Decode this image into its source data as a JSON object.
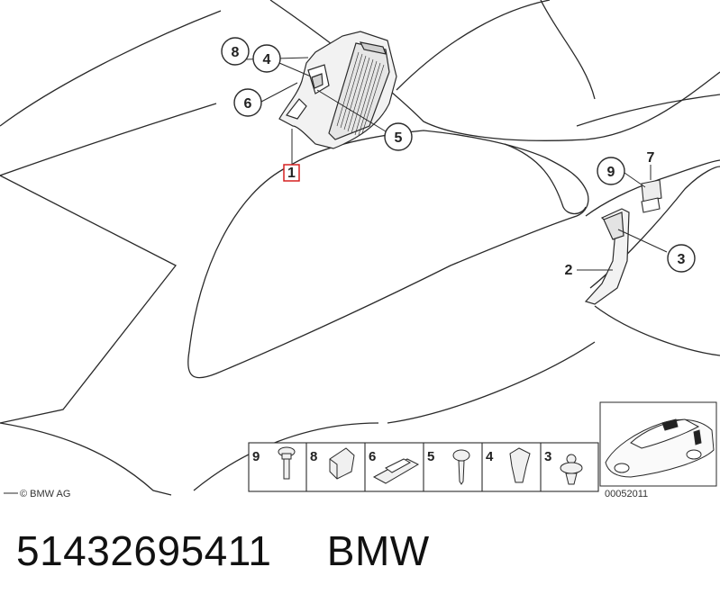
{
  "callouts": {
    "c8": "8",
    "c4": "4",
    "c6": "6",
    "c5": "5",
    "c1": "1",
    "c9": "9",
    "c7": "7",
    "c3": "3",
    "c2": "2"
  },
  "parts_strip": {
    "items": [
      "9",
      "8",
      "6",
      "5",
      "4",
      "3"
    ]
  },
  "copyright": "© BMW AG",
  "diagram_id": "00052011",
  "footer": {
    "part_number": "51432695411",
    "brand": "BMW"
  },
  "colors": {
    "line": "#2a2a2a",
    "highlight_box": "#d62020",
    "part_fill": "#f2f2f2"
  }
}
